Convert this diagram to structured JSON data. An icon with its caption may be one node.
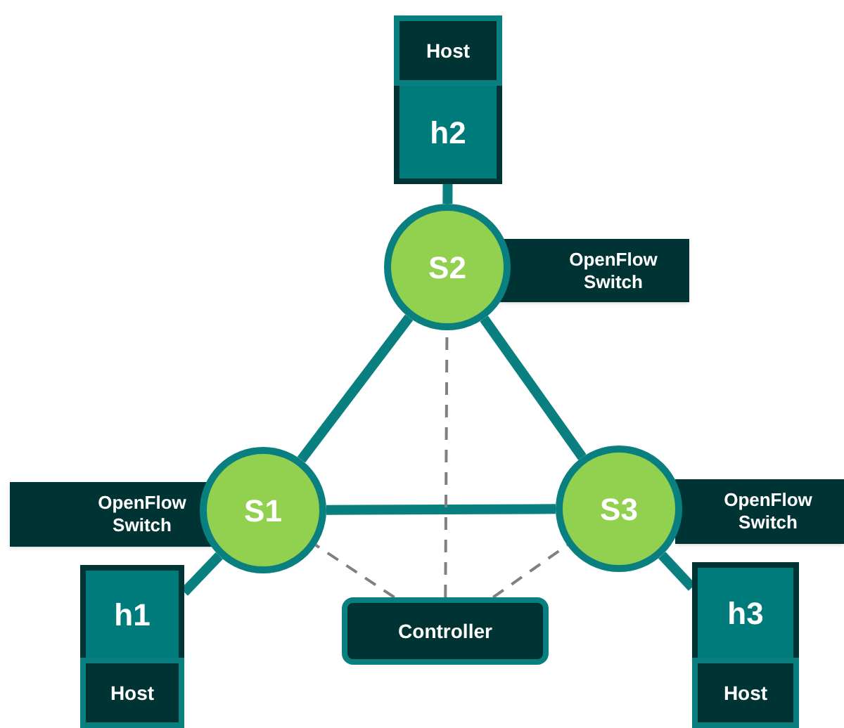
{
  "diagram": {
    "nodes": [
      {
        "text": [
          "Host",
          "h2"
        ]
      },
      {
        "text": [
          "S2"
        ],
        "beside": [
          "OpenFlow Switch"
        ]
      },
      {
        "text": [
          "S1"
        ],
        "beside": [
          "OpenFlow Switch"
        ]
      },
      {
        "text": [
          "S3"
        ],
        "beside": [
          "OpenFlow Switch"
        ]
      },
      {
        "text": [
          "h1",
          "Host"
        ]
      },
      {
        "text": [
          "Controller"
        ]
      },
      {
        "text": [
          "h3",
          "Host"
        ]
      }
    ],
    "edges": [
      {
        "from": 1,
        "to": 2,
        "arrow": "none"
      },
      {
        "from": 1,
        "to": 3,
        "arrow": "none"
      },
      {
        "from": 2,
        "to": 3,
        "arrow": "none"
      },
      {
        "from": 0,
        "to": 1,
        "arrow": "none"
      },
      {
        "from": 4,
        "to": 2,
        "arrow": "none"
      },
      {
        "from": 6,
        "to": 3,
        "arrow": "none"
      },
      {
        "from": 5,
        "to": 1,
        "arrow": "none",
        "style": "dashed",
        "color": "#808080"
      },
      {
        "from": 5,
        "to": 2,
        "arrow": "none",
        "style": "dashed",
        "color": "#808080"
      },
      {
        "from": 5,
        "to": 3,
        "arrow": "none",
        "style": "dashed",
        "color": "#808080"
      }
    ]
  }
}
